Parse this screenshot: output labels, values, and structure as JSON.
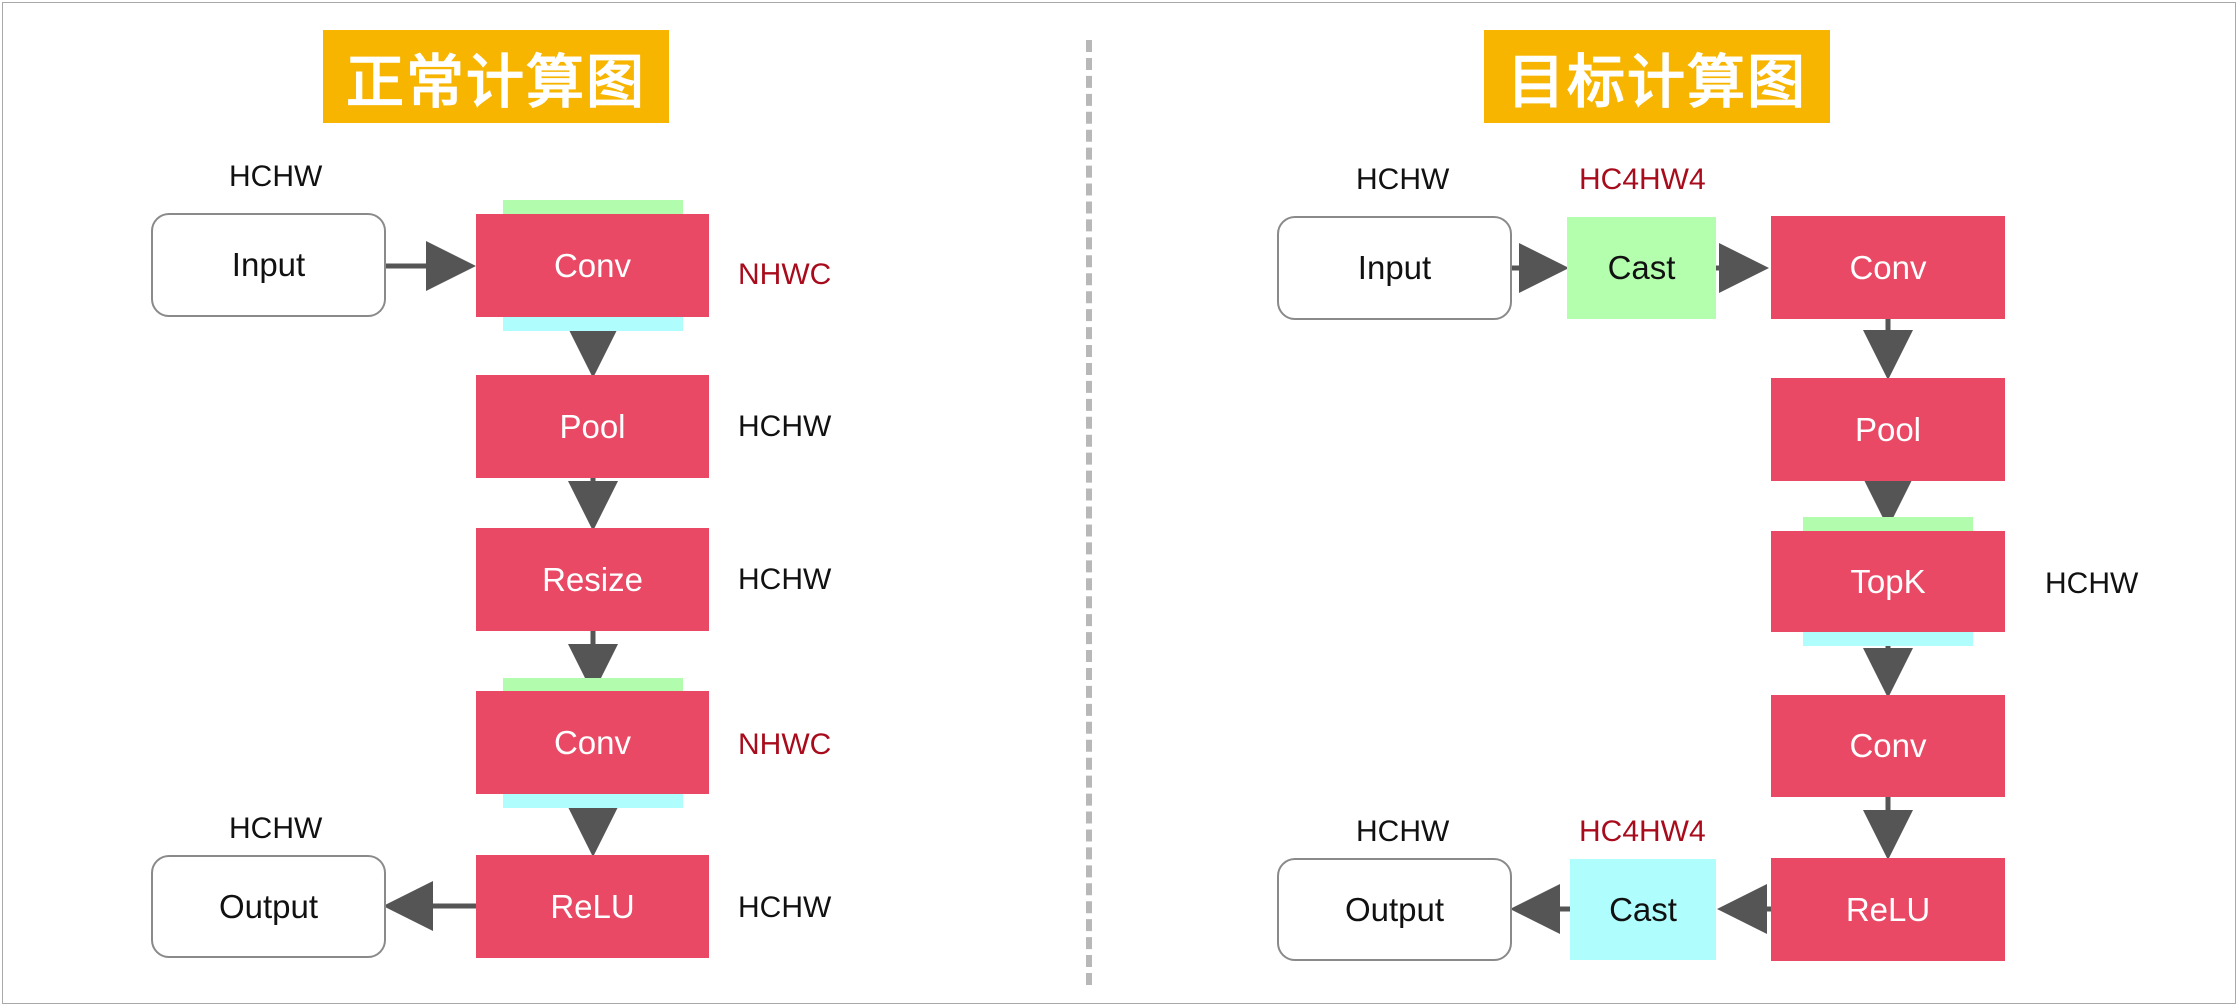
{
  "left": {
    "title": "正常计算图",
    "input_label": "Input",
    "output_label": "Output",
    "nodes": [
      "Conv",
      "Pool",
      "Resize",
      "Conv",
      "ReLU"
    ],
    "format_input": "HCHW",
    "format_output": "HCHW",
    "node_formats": [
      "NHWC",
      "HCHW",
      "HCHW",
      "NHWC",
      "HCHW"
    ]
  },
  "right": {
    "title": "目标计算图",
    "input_label": "Input",
    "output_label": "Output",
    "cast_in_label": "Cast",
    "cast_out_label": "Cast",
    "nodes": [
      "Conv",
      "Pool",
      "TopK",
      "Conv",
      "ReLU"
    ],
    "format_input": "HCHW",
    "format_cast_in": "HC4HW4",
    "format_output": "HCHW",
    "format_cast_out": "HC4HW4",
    "format_topk": "HCHW"
  },
  "colors": {
    "title_bg": "#f7b500",
    "op_fill": "#e94964",
    "cast_green": "#b3ffad",
    "cast_cyan": "#b0fdfd",
    "format_red": "#a80c1c",
    "arrow": "#555555"
  }
}
